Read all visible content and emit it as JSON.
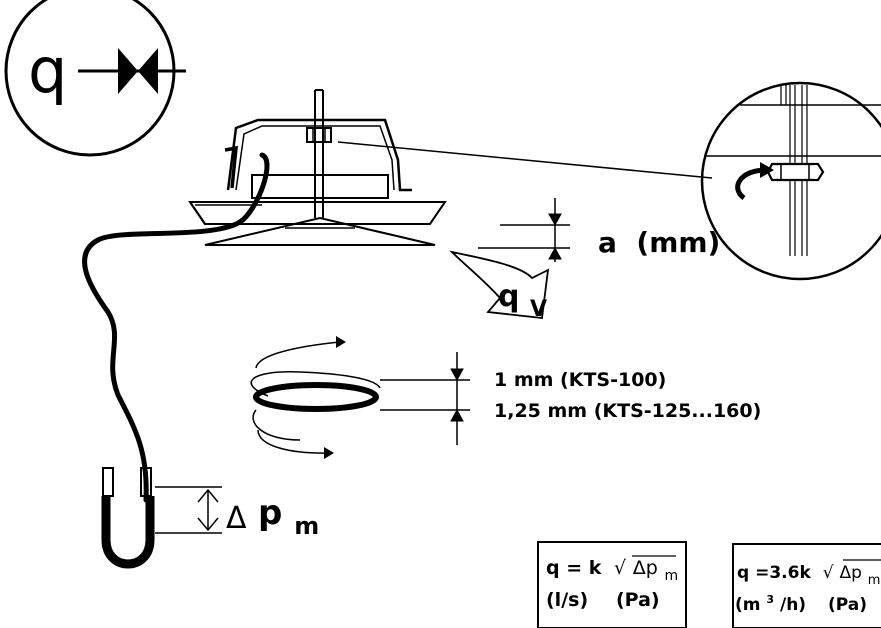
{
  "symbol": {
    "letter": "q"
  },
  "labels": {
    "gap": "a  (mm)",
    "flow_letter": "q",
    "flow_sub": "V",
    "spacing_1": "1 mm (KTS-100)",
    "spacing_2": "1,25 mm (KTS-125...160)",
    "delta": "Δ",
    "p": "p",
    "p_sub": "m"
  },
  "formula_ls": {
    "lhs": "q = k",
    "sqrt": "√",
    "dp": "Δp",
    "dp_sub": "m",
    "unit_q": "(l/s)",
    "unit_p": "(Pa)"
  },
  "formula_m3h": {
    "lhs": "q =3.6k",
    "sqrt": "√",
    "dp": "Δp",
    "dp_sub": "m",
    "unit_q_base": "(m",
    "unit_q_exp": "3",
    "unit_q_end": "/h)",
    "unit_p": "(Pa)"
  }
}
